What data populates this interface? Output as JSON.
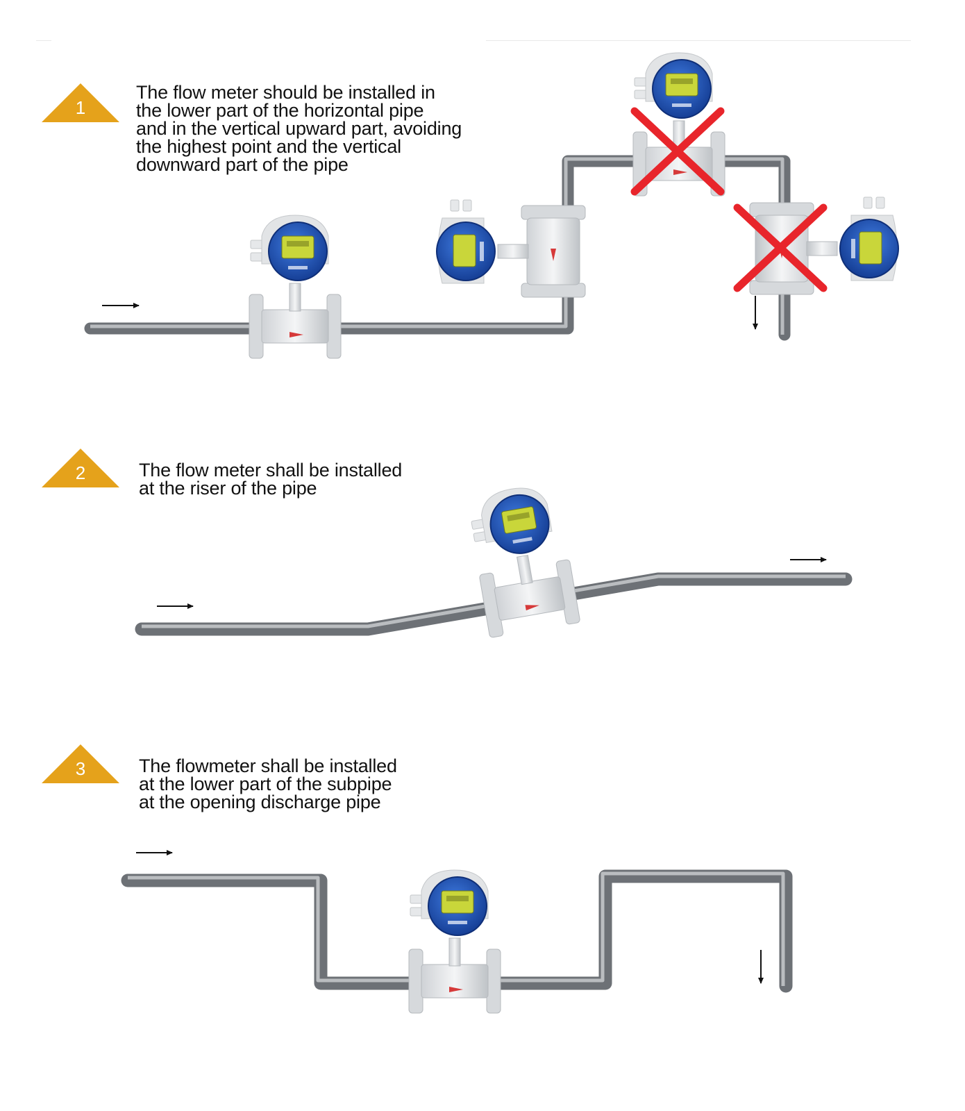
{
  "colors": {
    "badge": "#E5A21B",
    "pipe": "#8f9397",
    "meter_blue": "#1f57b7",
    "display": "#c9d63a",
    "cross": "#e8252b",
    "arrow": "#111111"
  },
  "sections": [
    {
      "number": "1",
      "text": "The flow meter should be installed in\nthe lower part of the horizontal pipe\nand in the vertical upward part, avoiding\nthe highest point and the vertical\ndownward part of the pipe"
    },
    {
      "number": "2",
      "text": "The flow meter shall be installed\nat the riser of the pipe"
    },
    {
      "number": "3",
      "text": "The flowmeter shall be installed\nat the lower part of the subpipe\nat the opening discharge pipe"
    }
  ],
  "icons": {
    "badge": "warning-triangle-icon",
    "meter": "electromagnetic-flowmeter-icon",
    "wrong": "red-cross-icon",
    "flow": "flow-direction-arrow-icon"
  }
}
